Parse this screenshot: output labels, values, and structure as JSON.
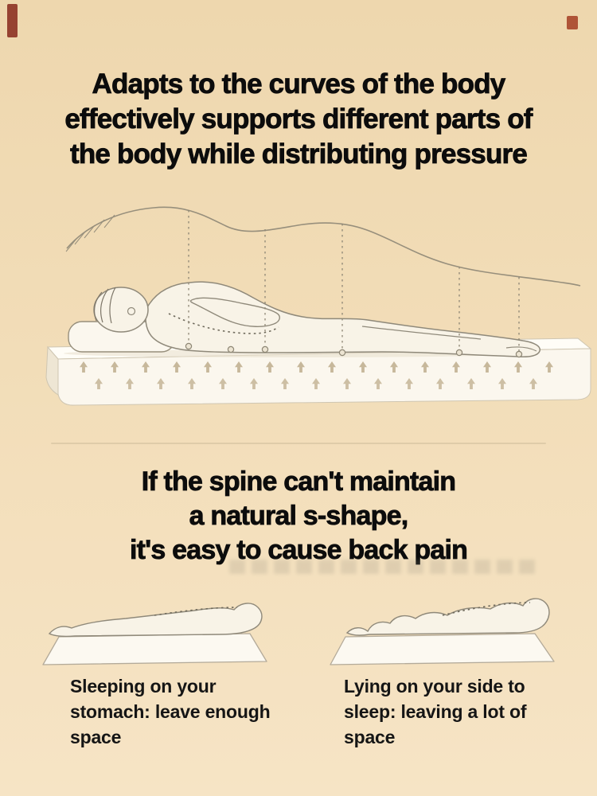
{
  "colors": {
    "bg-top": "#eed7ae",
    "bg-mid": "#f2ddb8",
    "bg-bottom": "#f6e4c5",
    "ink": "#0c0c0c",
    "outline": "#8f897a",
    "arrow": "#c7b89b",
    "divider": "#cdbc9a",
    "mark-red": "#7f1d12"
  },
  "heading_top": {
    "lines": [
      "Adapts to the curves of the body",
      "effectively supports different  parts of",
      "the body while distributing pressure"
    ]
  },
  "heading_middle": {
    "lines": [
      "If the spine can't maintain",
      "a natural s-shape,",
      "it's easy to cause back pain"
    ]
  },
  "captions": {
    "left": {
      "lines": [
        "Sleeping on your",
        "stomach: leave enough",
        "space"
      ]
    },
    "right": {
      "lines": [
        "Lying on your side to",
        "sleep: leaving a lot of",
        "space"
      ]
    }
  }
}
